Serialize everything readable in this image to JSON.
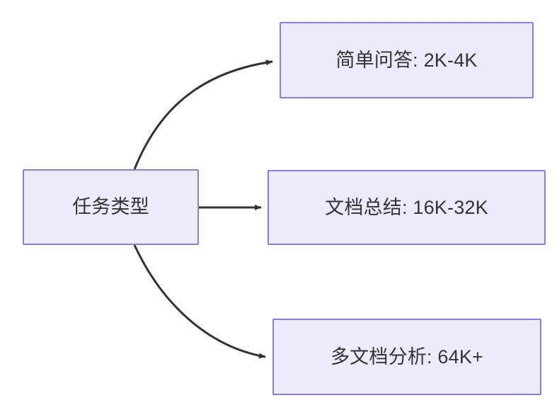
{
  "diagram": {
    "type": "flowchart",
    "direction": "left-to-right",
    "background_color": "#FFFFFF",
    "node_fill_color": "#ECEAFB",
    "node_border_color": "#8D7BDB",
    "node_text_color": "#333333",
    "edge_color": "#333333",
    "nodes": [
      {
        "id": "source",
        "label": "任务类型"
      },
      {
        "id": "simple_qa",
        "label": "简单问答: 2K-4K"
      },
      {
        "id": "doc_summary",
        "label": "文档总结: 16K-32K"
      },
      {
        "id": "multi_doc",
        "label": "多文档分析: 64K+"
      }
    ],
    "edges": [
      {
        "from": "source",
        "to": "simple_qa",
        "label": "",
        "style": "curved-arrow"
      },
      {
        "from": "source",
        "to": "doc_summary",
        "label": "",
        "style": "straight-arrow"
      },
      {
        "from": "source",
        "to": "multi_doc",
        "label": "",
        "style": "curved-arrow"
      }
    ]
  }
}
